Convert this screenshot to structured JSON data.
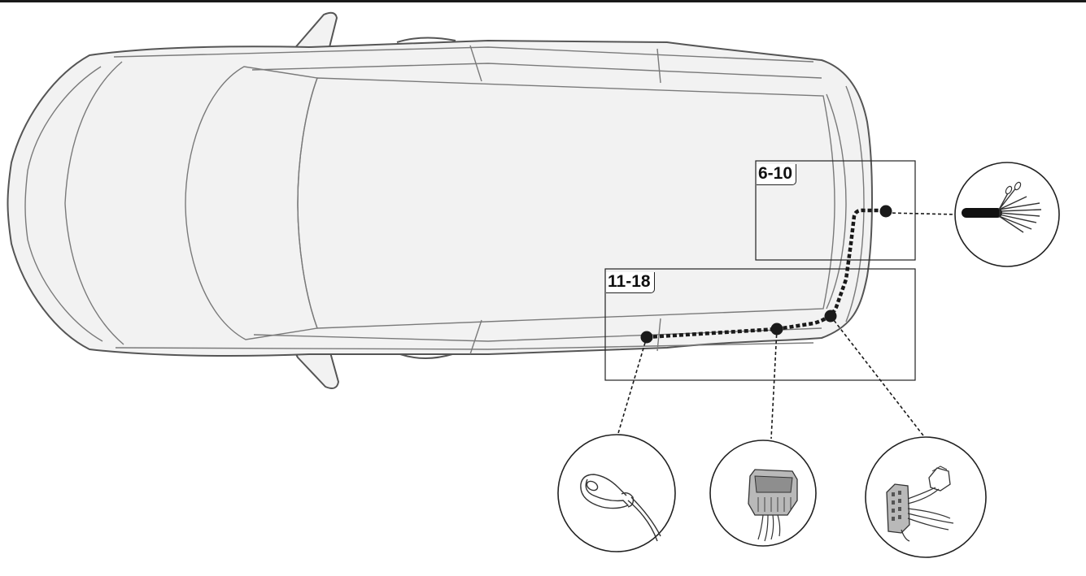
{
  "diagram": {
    "sections": [
      {
        "label": "6-10"
      },
      {
        "label": "11-18"
      }
    ],
    "components": [
      {
        "name": "wire-harness-loom"
      },
      {
        "name": "ground-ring-terminal"
      },
      {
        "name": "vehicle-multi-pin-connector"
      },
      {
        "name": "lamp-connector-plug"
      }
    ],
    "colors": {
      "car_fill": "#f2f2f2",
      "car_outline": "#555555",
      "line": "#1a1a1a",
      "background": "#ffffff"
    }
  }
}
